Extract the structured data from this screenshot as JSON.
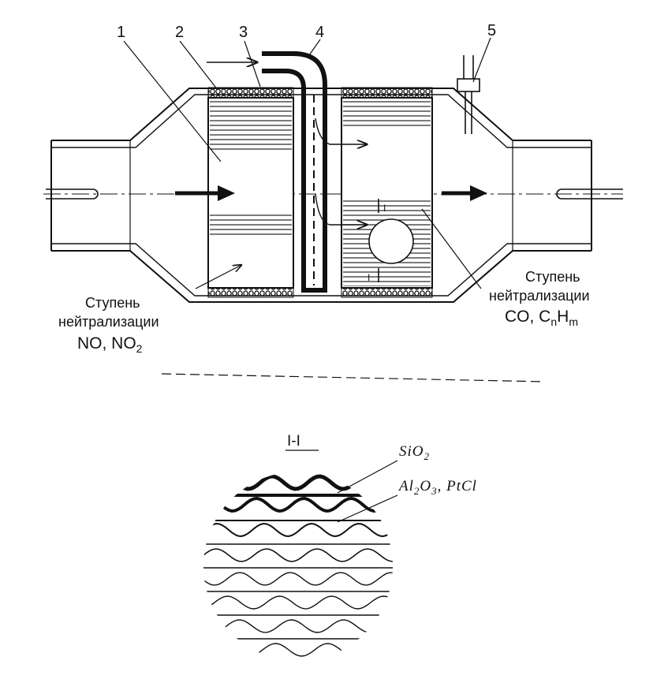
{
  "callouts": [
    "1",
    "2",
    "3",
    "4",
    "5"
  ],
  "stage_nox": {
    "line1": "Ступень",
    "line2": "нейтрализации",
    "species": "NO, NO",
    "sub": "2"
  },
  "stage_co": {
    "line1": "Ступень",
    "line2": "нейтрализации",
    "species_a": "CO, C",
    "sub_n": "n",
    "species_b": "H",
    "sub_m": "m"
  },
  "section": {
    "label": "I-I",
    "layer_a": "SiO",
    "layer_a_sub": "2",
    "layer_b": "Al",
    "layer_b_sub1": "2",
    "layer_b_mid": "O",
    "layer_b_sub2": "3",
    "layer_b_tail": ", PtCl"
  },
  "colors": {
    "ink": "#111111",
    "paper": "#ffffff"
  }
}
